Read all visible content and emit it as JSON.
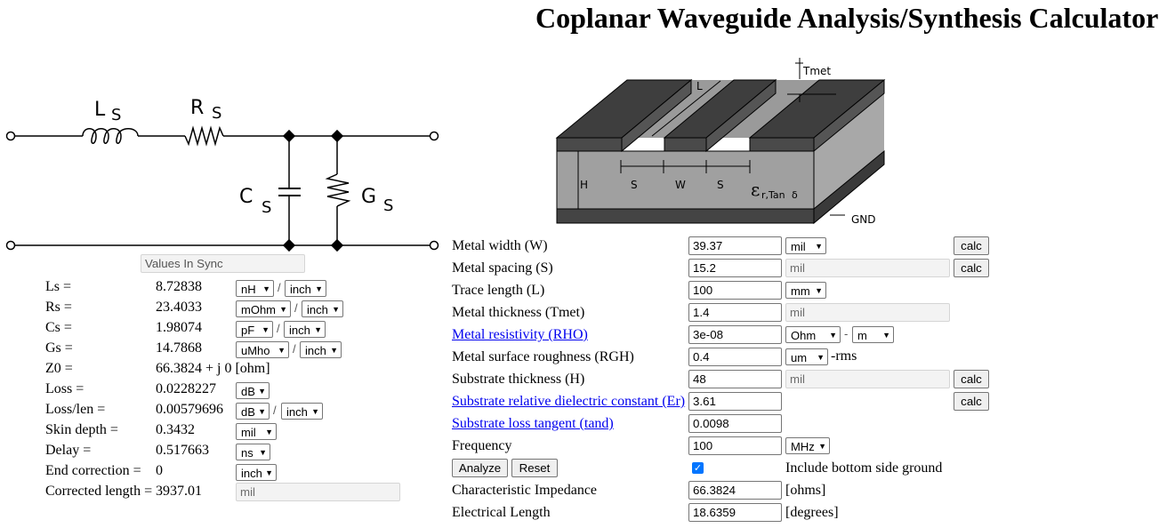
{
  "title": "Coplanar Waveguide Analysis/Synthesis Calculator",
  "circuit": {
    "labels": {
      "ls": "L",
      "rs": "R",
      "cs": "C",
      "gs": "G",
      "sub": "S"
    }
  },
  "cross_section": {
    "labels": {
      "tmet": "Tmet",
      "l": "L",
      "h": "H",
      "s": "S",
      "w": "W",
      "eps": "ε",
      "eps_sub": "r,Tan",
      "delta": "δ",
      "gnd": "GND"
    }
  },
  "sync_status": "Values In Sync",
  "results": [
    {
      "label": "Ls =",
      "value": "8.72838",
      "unit": "nH",
      "per": "inch"
    },
    {
      "label": "Rs =",
      "value": "23.4033",
      "unit": "mOhm",
      "per": "inch"
    },
    {
      "label": "Cs =",
      "value": "1.98074",
      "unit": "pF",
      "per": "inch"
    },
    {
      "label": "Gs =",
      "value": "14.7868",
      "unit": "uMho",
      "per": "inch"
    },
    {
      "label": "Z0 =",
      "value": "66.3824 + j 0 [ohm]"
    },
    {
      "label": "Loss =",
      "value": "0.0228227",
      "unit": "dB"
    },
    {
      "label": "Loss/len =",
      "value": "0.00579696",
      "unit": "dB",
      "per": "inch"
    },
    {
      "label": "Skin depth =",
      "value": "0.3432",
      "unit": "mil"
    },
    {
      "label": "Delay =",
      "value": "0.517663",
      "unit": "ns"
    },
    {
      "label": "End correction =",
      "value": "0",
      "unit": "inch"
    },
    {
      "label": "Corrected length =",
      "value": "3937.01",
      "unit_placeholder": "mil"
    }
  ],
  "slash": "/",
  "params": {
    "w": {
      "label": "Metal width (W)",
      "value": "39.37",
      "unit": "mil",
      "calc": "calc"
    },
    "s": {
      "label": "Metal spacing (S)",
      "value": "15.2",
      "unit_placeholder": "mil",
      "calc": "calc"
    },
    "l": {
      "label": "Trace length (L)",
      "value": "100",
      "unit": "mm"
    },
    "tmet": {
      "label": "Metal thickness (Tmet)",
      "value": "1.4",
      "unit_placeholder": "mil"
    },
    "rho": {
      "label": "Metal resistivity (RHO)",
      "value": "3e-08",
      "unit": "Ohm",
      "unit2": "m",
      "dash": "-"
    },
    "rgh": {
      "label": "Metal surface roughness (RGH)",
      "value": "0.4",
      "unit": "um",
      "suffix": "-rms"
    },
    "h": {
      "label": "Substrate thickness (H)",
      "value": "48",
      "unit_placeholder": "mil",
      "calc": "calc"
    },
    "er": {
      "label": "Substrate relative dielectric constant (Er)",
      "value": "3.61",
      "calc": "calc"
    },
    "tand": {
      "label": "Substrate loss tangent (tand)",
      "value": "0.0098"
    },
    "freq": {
      "label": "Frequency",
      "value": "100",
      "unit": "MHz"
    }
  },
  "actions": {
    "analyze": "Analyze",
    "reset": "Reset",
    "bottom_ground_label": "Include bottom side ground",
    "bottom_ground_checked": true
  },
  "outputs": {
    "z0": {
      "label": "Characteristic Impedance",
      "value": "66.3824",
      "unit": "[ohms]"
    },
    "elen": {
      "label": "Electrical Length",
      "value": "18.6359",
      "unit": "[degrees]"
    }
  }
}
